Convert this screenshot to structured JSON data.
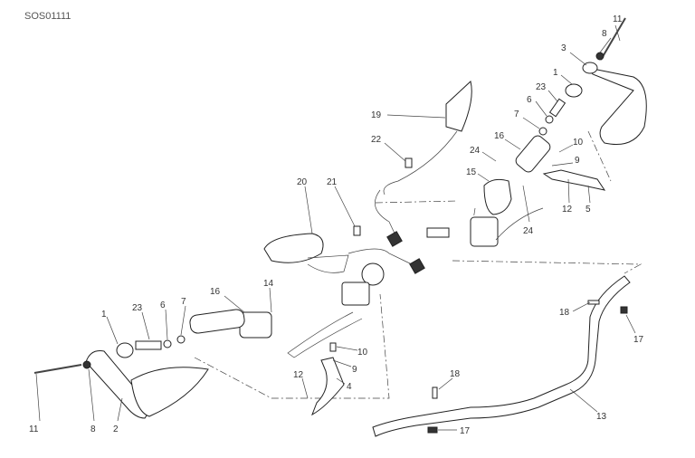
{
  "diagram_code": "SOS01111",
  "labels": [
    "11",
    "8",
    "3",
    "1",
    "23",
    "6",
    "7",
    "16",
    "24",
    "10",
    "9",
    "15",
    "12",
    "5",
    "24",
    "19",
    "22",
    "20",
    "21",
    "16",
    "14",
    "1",
    "23",
    "6",
    "7",
    "10",
    "9",
    "12",
    "4",
    "11",
    "8",
    "2",
    "18",
    "17",
    "18",
    "13",
    "17"
  ]
}
